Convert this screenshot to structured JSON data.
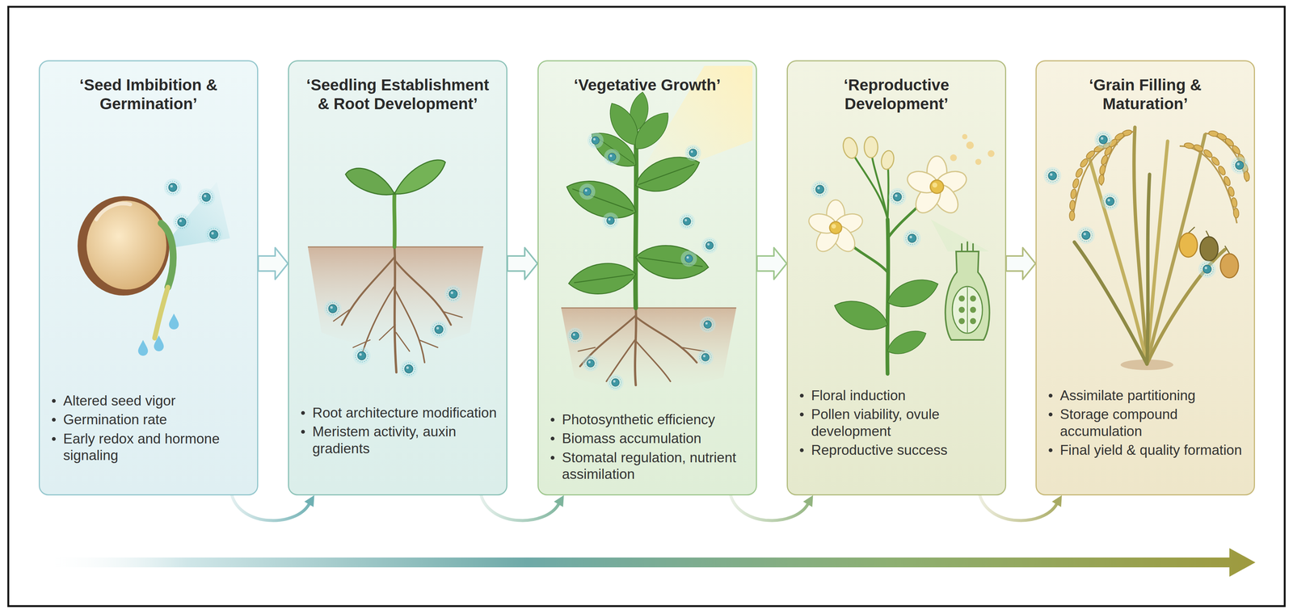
{
  "diagram": {
    "nodes": [
      {
        "text": [
          "‘Seed Imbibition & Germination’",
          "Altered seed vigor",
          "Germination rate",
          "Early redox and hormone signaling"
        ]
      },
      {
        "text": [
          "‘Seedling Establishment & Root Development’",
          "Root architecture modification",
          "Meristem activity, auxin gradients"
        ]
      },
      {
        "text": [
          "‘Vegetative Growth’",
          "Photosynthetic efficiency",
          "Biomass accumulation",
          "Stomatal regulation, nutrient assimilation"
        ]
      },
      {
        "text": [
          "‘Reproductive Development’",
          "Floral induction",
          "Pollen viability, ovule development",
          "Reproductive success"
        ]
      },
      {
        "text": [
          "‘Grain Filling & Maturation’",
          "Assimilate partitioning",
          "Storage compound accumulation",
          "Final yield & quality formation"
        ]
      }
    ],
    "edges": [
      {
        "from": 0,
        "to": 1,
        "arrow": "to"
      },
      {
        "from": 1,
        "to": 2,
        "arrow": "to"
      },
      {
        "from": 2,
        "to": 3,
        "arrow": "to"
      },
      {
        "from": 3,
        "to": 4,
        "arrow": "to"
      },
      {
        "from": 0,
        "to": 1,
        "arrow": "to"
      },
      {
        "from": 1,
        "to": 2,
        "arrow": "to"
      },
      {
        "from": 2,
        "to": 3,
        "arrow": "to"
      },
      {
        "from": 3,
        "to": 4,
        "arrow": "to"
      }
    ]
  }
}
